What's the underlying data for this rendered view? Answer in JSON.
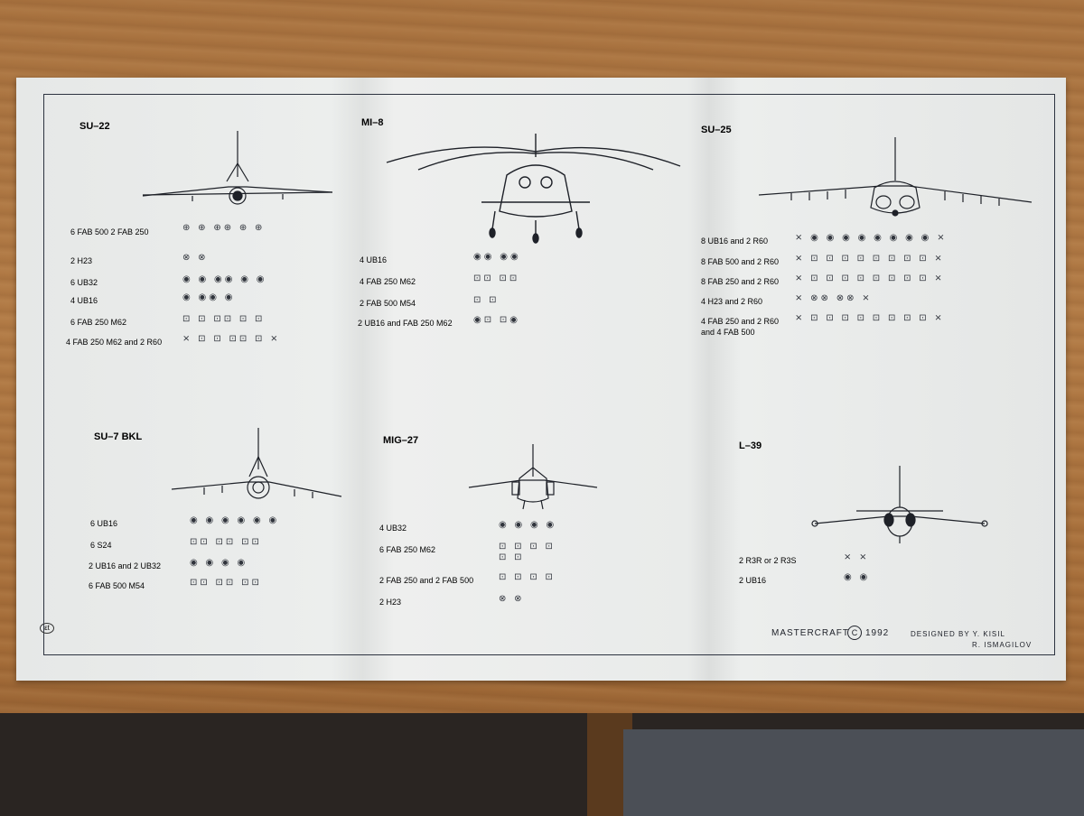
{
  "su22": {
    "title": "SU–22",
    "rows": [
      {
        "label": "6 FAB 500  2 FAB 250",
        "glyphs": "⊕   ⊕  ⊕⊕  ⊕   ⊕"
      },
      {
        "label": "2 H23",
        "glyphs": "⊗                 ⊗"
      },
      {
        "label": "6 UB32",
        "glyphs": "◉  ◉  ◉◉  ◉  ◉"
      },
      {
        "label": "4 UB16",
        "glyphs": "◉     ◉◉     ◉"
      },
      {
        "label": "6 FAB 250 M62",
        "glyphs": "⊡  ⊡  ⊡⊡  ⊡  ⊡"
      },
      {
        "label": "4 FAB 250 M62 and 2 R60",
        "glyphs": "⨯ ⊡  ⊡  ⊡⊡  ⊡ ⨯"
      }
    ]
  },
  "mi8": {
    "title": "MI–8",
    "rows": [
      {
        "label": "4 UB16",
        "glyphs": "◉◉                  ◉◉"
      },
      {
        "label": "4 FAB 250 M62",
        "glyphs": "⊡⊡                  ⊡⊡"
      },
      {
        "label": "2 FAB 500 M54",
        "glyphs": "  ⊡                  ⊡"
      },
      {
        "label": "2 UB16 and FAB 250 M62",
        "glyphs": "◉⊡                  ⊡◉"
      }
    ]
  },
  "su25": {
    "title": "SU–25",
    "rows": [
      {
        "label": "8 UB16 and 2 R60",
        "glyphs": "⨯ ◉ ◉ ◉ ◉           ◉ ◉ ◉ ◉ ⨯"
      },
      {
        "label": "8 FAB 500 and 2 R60",
        "glyphs": "⨯ ⊡ ⊡ ⊡ ⊡           ⊡ ⊡ ⊡ ⊡ ⨯"
      },
      {
        "label": "8 FAB 250 and 2 R60",
        "glyphs": "⨯ ⊡ ⊡ ⊡ ⊡           ⊡ ⊡ ⊡ ⊡ ⨯"
      },
      {
        "label": "4 H23 and 2 R60",
        "glyphs": "⨯        ⊗⊗           ⊗⊗        ⨯"
      },
      {
        "label": "4 FAB 250 and 2 R60",
        "glyphs": "⨯ ⊡ ⊡ ⊡ ⊡           ⊡ ⊡ ⊡ ⊡ ⨯"
      },
      {
        "label": "and 4 FAB 500",
        "glyphs": ""
      }
    ]
  },
  "su7": {
    "title": "SU–7 BKL",
    "rows": [
      {
        "label": "6 UB16",
        "glyphs": "◉ ◉        ◉ ◉        ◉ ◉"
      },
      {
        "label": "6 S24",
        "glyphs": "⊡⊡         ⊡⊡         ⊡⊡"
      },
      {
        "label": "2 UB16 and 2 UB32",
        "glyphs": "◉ ◉                      ◉ ◉"
      },
      {
        "label": "6 FAB 500 M54",
        "glyphs": "⊡⊡         ⊡⊡         ⊡⊡"
      }
    ]
  },
  "mig27": {
    "title": "MIG–27",
    "rows": [
      {
        "label": "4 UB32",
        "glyphs": "◉  ◉  ◉  ◉"
      },
      {
        "label": "6 FAB 250 M62",
        "glyphs": "⊡  ⊡  ⊡  ⊡"
      },
      {
        "label": "2 FAB 250 and 2 FAB 500",
        "glyphs": "⊡  ⊡  ⊡  ⊡"
      },
      {
        "label": "2 H23",
        "glyphs": "⊗              ⊗"
      }
    ]
  },
  "l39": {
    "title": "L–39",
    "rows": [
      {
        "label": "2 R3R or 2 R3S",
        "glyphs": "⨯                           ⨯"
      },
      {
        "label": "2 UB16",
        "glyphs": "◉                           ◉"
      }
    ]
  },
  "footer": {
    "brand": "MASTERCRAFT",
    "copyright": "C",
    "year": "1992",
    "designed": "DESIGNED BY  Y. KISIL",
    "designed2": "R. ISMAGILOV",
    "mark": "εt"
  }
}
